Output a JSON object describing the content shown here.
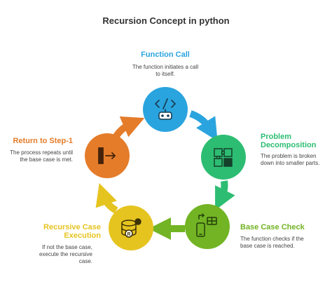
{
  "title": "Recursion Concept in python",
  "steps": [
    {
      "title": "Function Call",
      "description": "The function initiates a call to itself.",
      "color": "#2aa4de",
      "icon": "code-robot-icon"
    },
    {
      "title": "Problem Decomposition",
      "description": "The problem is broken down into smaller parts.",
      "color": "#2dbd72",
      "icon": "puzzle-pieces-icon"
    },
    {
      "title": "Base Case Check",
      "description": "The function checks if the base case is reached.",
      "color": "#72b424",
      "icon": "phone-check-icon"
    },
    {
      "title": "Recursive Case Execution",
      "description": "If not the base case, execute the recursive case.",
      "color": "#e6c420",
      "icon": "database-recursion-icon"
    },
    {
      "title": "Return to Step-1",
      "description": "The process repeats until the base case is met.",
      "color": "#e47c2a",
      "icon": "return-arrow-icon"
    }
  ],
  "colors": {
    "title_text": "#333333",
    "arrow_blue": "#2aa4de",
    "arrow_green": "#2dbd72",
    "arrow_lime": "#72b424",
    "arrow_yellow": "#e6c420",
    "arrow_orange": "#e47c2a"
  }
}
